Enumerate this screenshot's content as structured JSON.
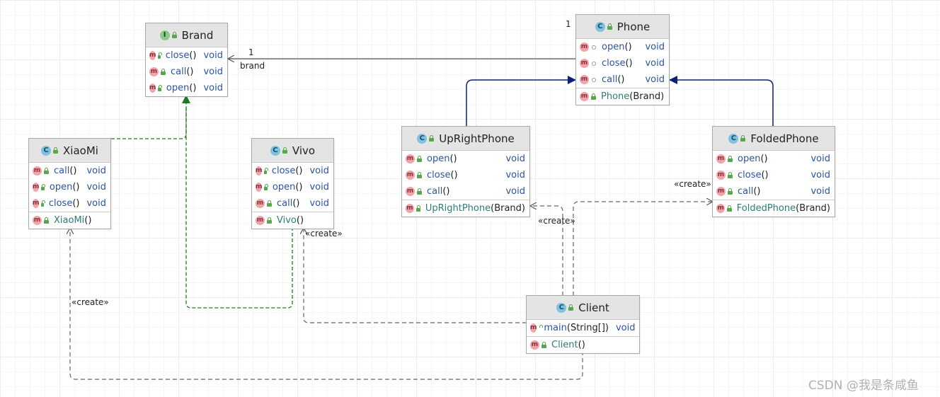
{
  "classes": {
    "brand": {
      "name": "Brand",
      "kind": "I",
      "members": [
        {
          "name": "close",
          "params": "()",
          "type": "void"
        },
        {
          "name": "call",
          "params": "()",
          "type": "void"
        },
        {
          "name": "open",
          "params": "()",
          "type": "void"
        }
      ]
    },
    "phone": {
      "name": "Phone",
      "kind": "C",
      "members": [
        {
          "name": "open",
          "params": "()",
          "type": "void"
        },
        {
          "name": "close",
          "params": "()",
          "type": "void"
        },
        {
          "name": "call",
          "params": "()",
          "type": "void"
        }
      ],
      "ctor": {
        "name": "Phone",
        "params": "(Brand)"
      }
    },
    "xiaomi": {
      "name": "XiaoMi",
      "kind": "C",
      "members": [
        {
          "name": "call",
          "params": "()",
          "type": "void"
        },
        {
          "name": "open",
          "params": "()",
          "type": "void"
        },
        {
          "name": "close",
          "params": "()",
          "type": "void"
        }
      ],
      "ctor": {
        "name": "XiaoMi",
        "params": "()"
      }
    },
    "vivo": {
      "name": "Vivo",
      "kind": "C",
      "members": [
        {
          "name": "close",
          "params": "()",
          "type": "void"
        },
        {
          "name": "open",
          "params": "()",
          "type": "void"
        },
        {
          "name": "call",
          "params": "()",
          "type": "void"
        }
      ],
      "ctor": {
        "name": "Vivo",
        "params": "()"
      }
    },
    "upright": {
      "name": "UpRightPhone",
      "kind": "C",
      "members": [
        {
          "name": "open",
          "params": "()",
          "type": "void"
        },
        {
          "name": "close",
          "params": "()",
          "type": "void"
        },
        {
          "name": "call",
          "params": "()",
          "type": "void"
        }
      ],
      "ctor": {
        "name": "UpRightPhone",
        "params": "(Brand)"
      }
    },
    "folded": {
      "name": "FoldedPhone",
      "kind": "C",
      "members": [
        {
          "name": "open",
          "params": "()",
          "type": "void"
        },
        {
          "name": "close",
          "params": "()",
          "type": "void"
        },
        {
          "name": "call",
          "params": "()",
          "type": "void"
        }
      ],
      "ctor": {
        "name": "FoldedPhone",
        "params": "(Brand)"
      }
    },
    "client": {
      "name": "Client",
      "kind": "C",
      "members": [
        {
          "name": "main",
          "params": "(String[])",
          "type": "void"
        }
      ],
      "ctor": {
        "name": "Client",
        "params": "()"
      }
    }
  },
  "labels": {
    "phone_multiplicity": "1",
    "brand_multiplicity": "1",
    "brand_role": "brand",
    "create": "«create»"
  },
  "watermark": "CSDN @我是条咸鱼",
  "colors": {
    "generalization": "#0c1f7a",
    "realization": "#1f7a1f",
    "dependency": "#666666",
    "composition": "#555555"
  }
}
